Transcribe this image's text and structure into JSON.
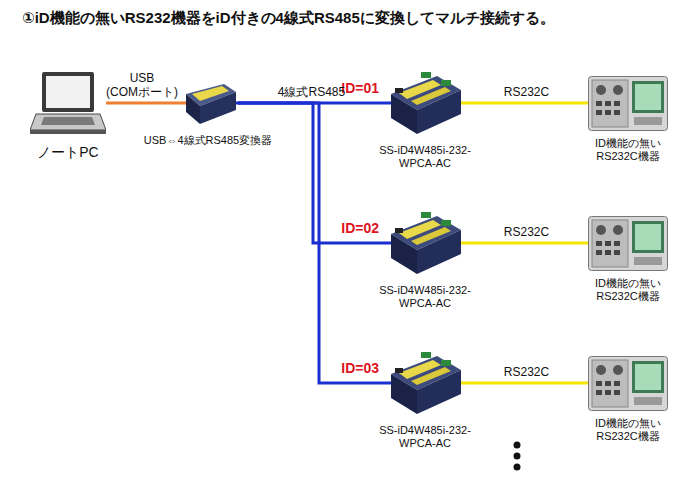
{
  "diagram": {
    "title": "①iD機能の無いRS232機器をiD付きの4線式RS485に変換してマルチ接続する。",
    "nodes": [
      {
        "text": [
          "ノートPC"
        ]
      },
      {
        "text": [
          "USB⇔4線式RS485変換器"
        ]
      },
      {
        "text": [
          "ID=01",
          "SS-iD4W485i-232- WPCA-AC"
        ]
      },
      {
        "text": [
          "ID機能の無い RS232C機器"
        ]
      },
      {
        "text": [
          "ID=02",
          "SS-iD4W485i-232- WPCA-AC"
        ]
      },
      {
        "text": [
          "ID機能の無い RS232C機器"
        ]
      },
      {
        "text": [
          "ID=03",
          "SS-iD4W485i-232- WPCA-AC"
        ]
      },
      {
        "text": [
          "ID機能の無い RS232C機器"
        ]
      }
    ],
    "edges": [
      {
        "from": 0,
        "to": 1,
        "arrow": "none",
        "label": "USB (COMポート)"
      },
      {
        "from": 1,
        "to": 2,
        "arrow": "none",
        "label": "4線式RS485"
      },
      {
        "from": 1,
        "to": 4,
        "arrow": "none"
      },
      {
        "from": 1,
        "to": 6,
        "arrow": "none"
      },
      {
        "from": 2,
        "to": 3,
        "arrow": "none",
        "label": "RS232C"
      },
      {
        "from": 4,
        "to": 5,
        "arrow": "none",
        "label": "RS232C"
      },
      {
        "from": 6,
        "to": 7,
        "arrow": "none",
        "label": "RS232C"
      }
    ]
  }
}
